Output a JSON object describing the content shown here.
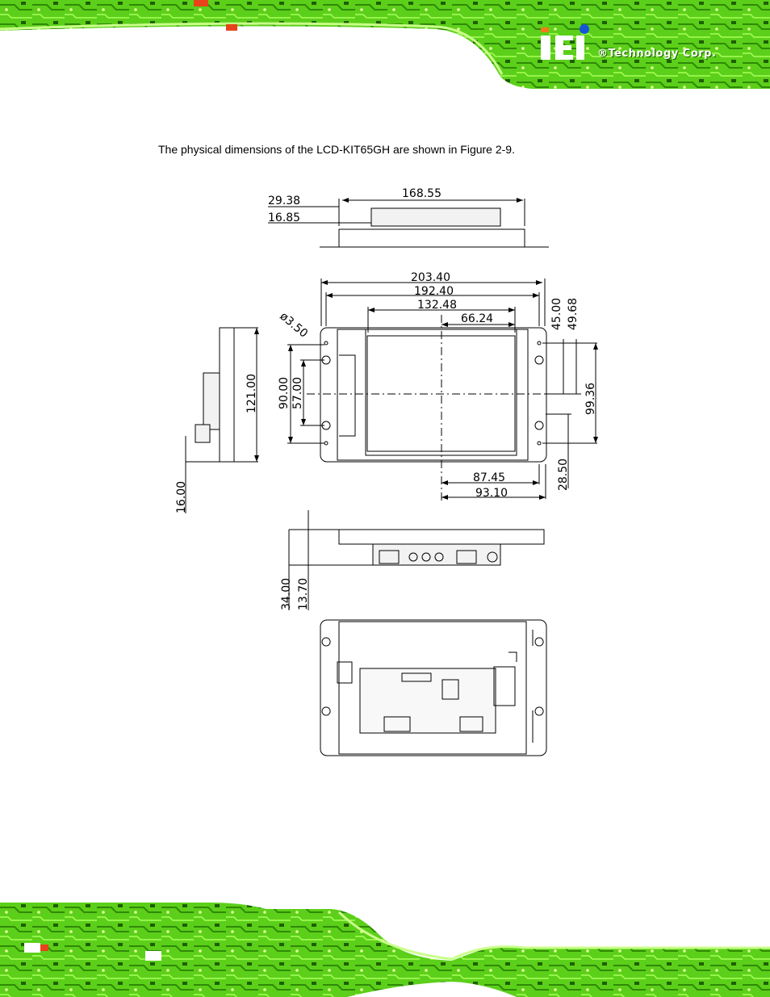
{
  "header": {
    "logo_brand": "iEi",
    "logo_tagline": "®Technology Corp."
  },
  "body": {
    "intro": "The physical dimensions of the LCD-KIT65GH are shown in Figure 2-9."
  },
  "drawing": {
    "dimensions": {
      "top_width": "168.55",
      "top_left_a": "29.38",
      "top_left_b": "16.85",
      "overall_width": "203.40",
      "mount_width": "192.40",
      "screen_width": "132.48",
      "half_screen_width": "66.24",
      "diameter": "ø3.50",
      "right_v1": "45.00",
      "right_v2": "49.68",
      "right_v3": "99.36",
      "right_v4": "28.50",
      "left_v1": "90.00",
      "left_v2": "57.00",
      "side_height": "121.00",
      "side_offset": "16.00",
      "bottom_h1": "87.45",
      "bottom_h2": "93.10",
      "depth_total": "34.00",
      "depth_board": "13.70"
    }
  }
}
